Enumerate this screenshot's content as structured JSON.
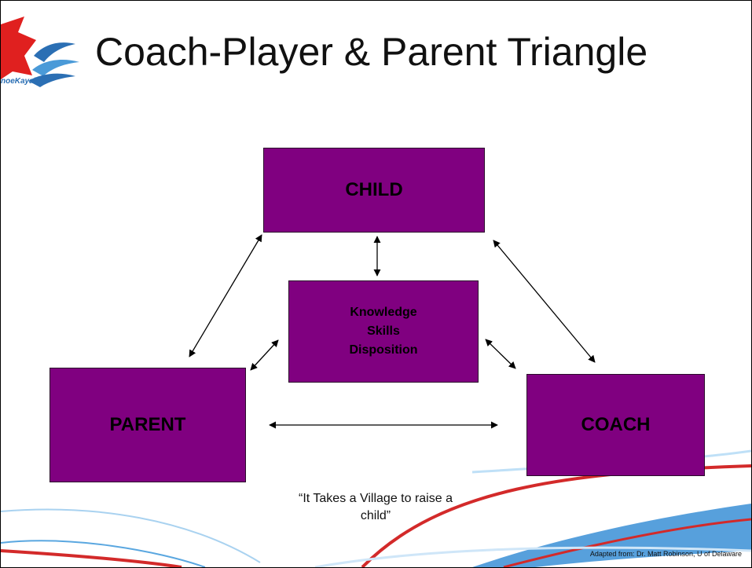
{
  "slide": {
    "title": "Coach-Player & Parent Triangle",
    "logo_text": "noeKayak",
    "quote": "“It Takes a Village to raise a child”",
    "credit": "Adapted from: Dr. Matt Robinson, U of Delaware"
  },
  "nodes": {
    "child": "CHILD",
    "parent": "PARENT",
    "coach": "COACH",
    "center": [
      "Knowledge",
      "Skills",
      "Disposition"
    ]
  },
  "colors": {
    "box_fill": "#800080",
    "swoosh_red": "#d32a2a",
    "swoosh_blue": "#3a8fd6",
    "logo_red": "#e0201f",
    "logo_blue": "#2b6fb4"
  }
}
